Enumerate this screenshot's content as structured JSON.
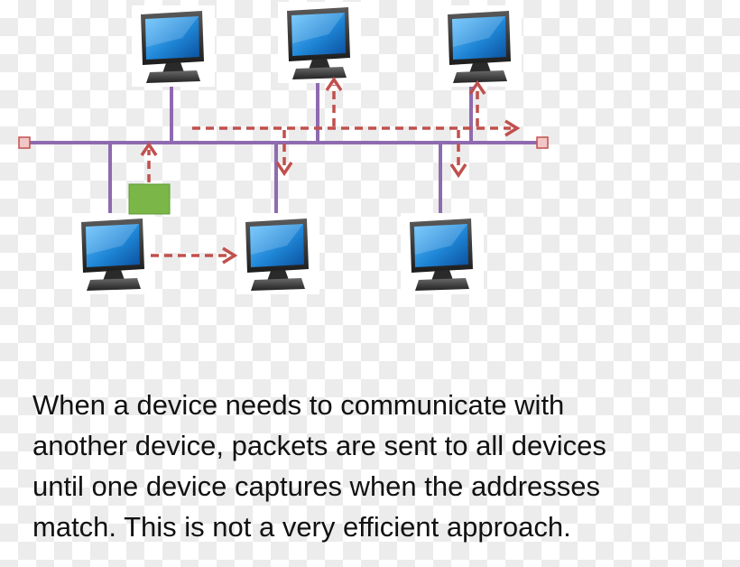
{
  "colors": {
    "bus": "#8e6bb0",
    "drop": "#8e6bb0",
    "arrow": "#c0504d",
    "terminator_fill": "#f2c6c6",
    "terminator_stroke": "#c0504d",
    "packet": "#7ab648",
    "screen": "#1f86d6",
    "monitor_body": "#3a3a3a",
    "text": "#111111"
  },
  "icons": {
    "device": "computer-monitor-icon",
    "packet": "data-packet-icon",
    "terminator": "bus-terminator-icon"
  },
  "caption": {
    "lines": [
      "When a device needs to communicate with",
      "another device, packets are sent to all devices",
      "until one device captures when the addresses",
      "match. This is not a very efficient approach."
    ]
  }
}
